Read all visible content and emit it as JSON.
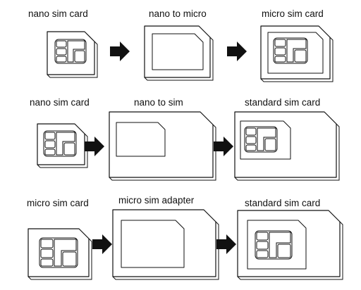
{
  "rows": [
    {
      "labels": [
        "nano sim card",
        "nano to micro",
        "micro sim card"
      ]
    },
    {
      "labels": [
        "nano sim card",
        "nano to sim",
        "standard sim card"
      ]
    },
    {
      "labels": [
        "micro sim card",
        "micro sim adapter",
        "standard sim card"
      ]
    }
  ],
  "icons": {
    "arrow": "right-arrow-icon",
    "chip": "sim-chip-icon"
  }
}
